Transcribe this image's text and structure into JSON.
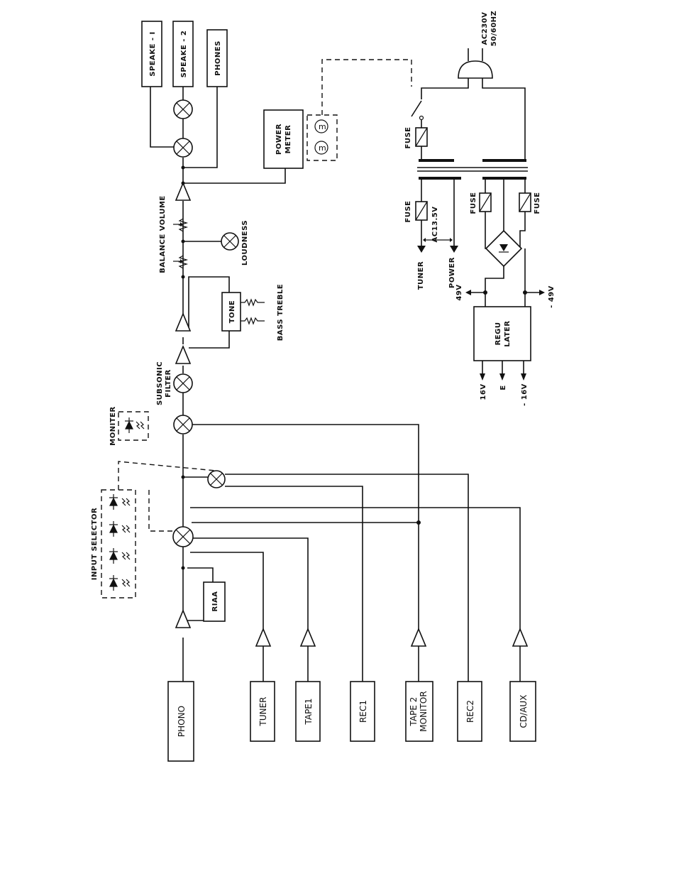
{
  "inputs": {
    "phono": "PHONO",
    "tuner": "TUNER",
    "tape1": "TAPE1",
    "rec1": "REC1",
    "tape2_line1": "TAPE 2",
    "tape2_line2": "MONITOR",
    "rec2": "REC2",
    "cdaux": "CD/AUX"
  },
  "blocks": {
    "riaa": "RIAA",
    "tone": "TONE",
    "power_meter_line1": "POWER",
    "power_meter_line2": "METER",
    "regulator_line1": "REGU",
    "regulator_line2": "LATER"
  },
  "labels": {
    "input_selector": "INPUT SELECTOR",
    "moniter": "MONITER",
    "subsonic_line1": "SUBSONIC",
    "subsonic_line2": "FILTER",
    "bass_treble": "BASS TREBLE",
    "balance_volume": "BALANCE VOLUME",
    "loudness": "LOUDNESS"
  },
  "outputs": {
    "speaker1": "SPEAKE - I",
    "speaker2": "SPEAKE - 2",
    "phones": "PHONES"
  },
  "power": {
    "mains_line1": "AC230V",
    "mains_line2": "50/60HZ",
    "fuse_main": "FUSE",
    "fuse_ac": "FUSE",
    "ac_label": "AC13.5V",
    "fuse_left": "FUSE",
    "fuse_right": "FUSE",
    "tuner": "TUNER",
    "power": "POWER",
    "plus49": "49V",
    "minus49": "- 49V",
    "plus16": "16V",
    "ground": "E",
    "minus16": "- 16V"
  }
}
